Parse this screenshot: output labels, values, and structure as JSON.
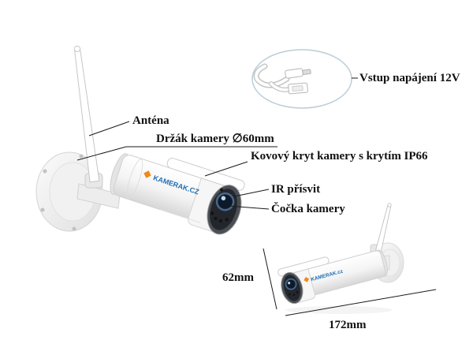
{
  "diagram": {
    "brand": "KAMERAK.CZ",
    "brand_small": "KAMERAK.cz",
    "labels": {
      "antenna": "Anténa",
      "bracket": "Držák kamery ∅60mm",
      "housing": "Kovový kryt kamery s krytím IP66",
      "ir": "IR přísvit",
      "lens": "Čočka kamery",
      "power": "Vstup napájení 12V"
    },
    "dimensions": {
      "height": "62mm",
      "length": "172mm"
    },
    "colors": {
      "brand_blue": "#1f6fb4",
      "brand_orange": "#f08a1d",
      "leader_line": "#1a1a1a",
      "inset_outline": "#b9cdd8"
    }
  }
}
